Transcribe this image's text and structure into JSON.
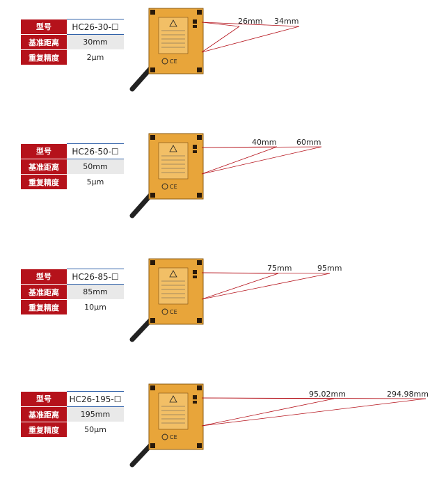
{
  "blocks": [
    {
      "rows": [
        {
          "key": "型号",
          "value": "HC26-30-☐"
        },
        {
          "key": "基准距离",
          "value": "30mm"
        },
        {
          "key": "重复精度",
          "value": "2μm"
        }
      ],
      "near": "26mm",
      "far": "34mm"
    },
    {
      "rows": [
        {
          "key": "型号",
          "value": "HC26-50-☐"
        },
        {
          "key": "基准距离",
          "value": "50mm"
        },
        {
          "key": "重复精度",
          "value": "5μm"
        }
      ],
      "near": "40mm",
      "far": "60mm"
    },
    {
      "rows": [
        {
          "key": "型号",
          "value": "HC26-85-☐"
        },
        {
          "key": "基准距离",
          "value": "85mm"
        },
        {
          "key": "重复精度",
          "value": "10μm"
        }
      ],
      "near": "75mm",
      "far": "95mm"
    },
    {
      "rows": [
        {
          "key": "型号",
          "value": "HC26-195-☐"
        },
        {
          "key": "基准距离",
          "value": "195mm"
        },
        {
          "key": "重复精度",
          "value": "50μm"
        }
      ],
      "near": "95.02mm",
      "far": "294.98mm"
    }
  ],
  "colors": {
    "accent": "#b5121b",
    "beam": "#b5121b",
    "sensor": "#e8a53a",
    "border": "#2e5fa8"
  }
}
